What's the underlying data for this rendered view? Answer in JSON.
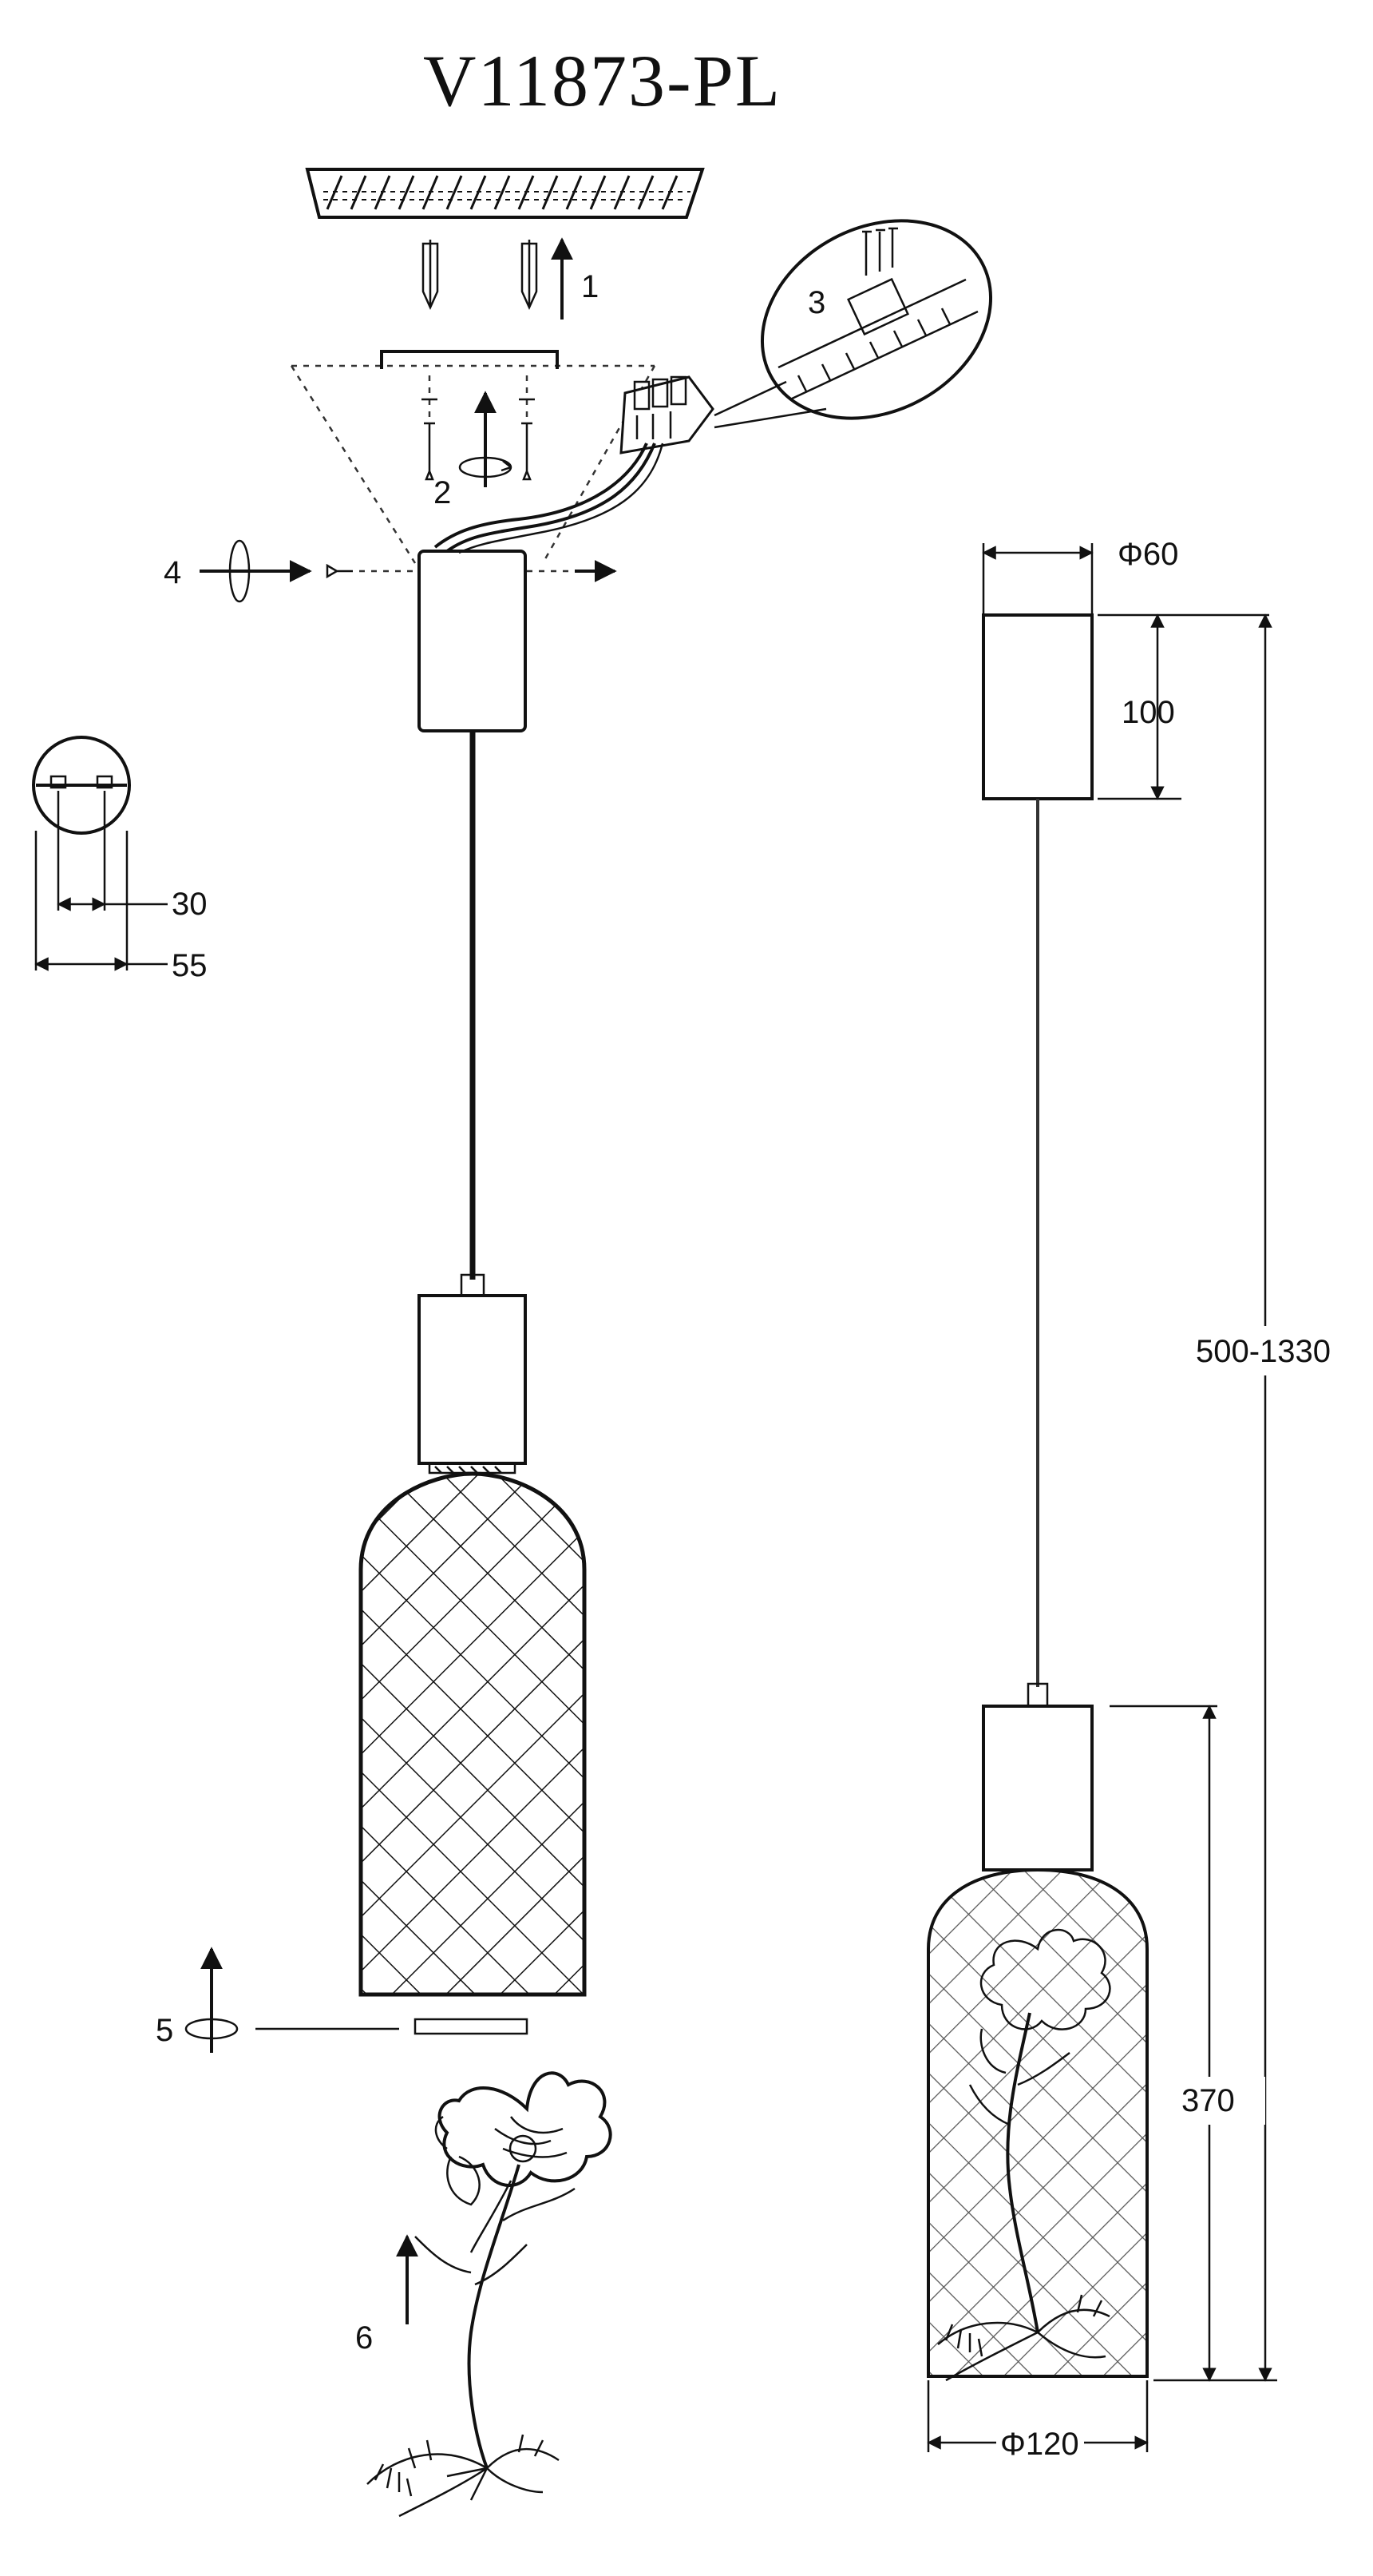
{
  "title": "V11873-PL",
  "steps": [
    "1",
    "2",
    "3",
    "4",
    "5",
    "6"
  ],
  "dimensions": {
    "canopy_diameter": "Φ60",
    "canopy_height": "100",
    "overall_height": "500-1330",
    "shade_height": "370",
    "shade_diameter": "Φ120",
    "bracket_hole_spacing": "30",
    "bracket_diameter": "55"
  }
}
